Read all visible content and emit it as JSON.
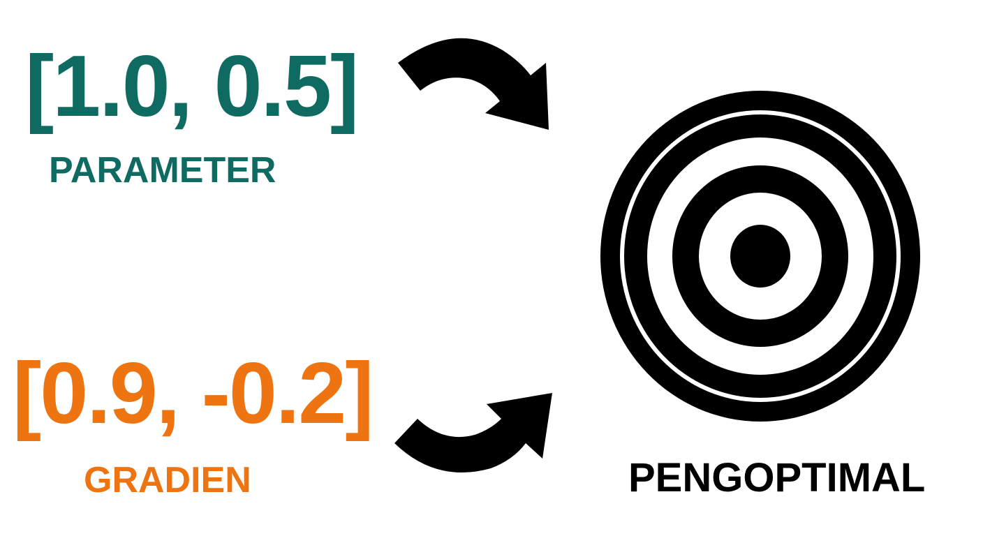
{
  "parameter": {
    "vector": "[1.0, 0.5]",
    "label": "PARAMETER",
    "color": "#0f6b62"
  },
  "gradient": {
    "vector": "[0.9, -0.2]",
    "label": "GRADIEN",
    "color": "#ee7412"
  },
  "optimum": {
    "label": "PENGOPTIMAL",
    "color": "#000000"
  },
  "icons": {
    "top_arrow": "curved-arrow-down-right-icon",
    "bottom_arrow": "curved-arrow-up-right-icon",
    "target": "target-icon"
  }
}
